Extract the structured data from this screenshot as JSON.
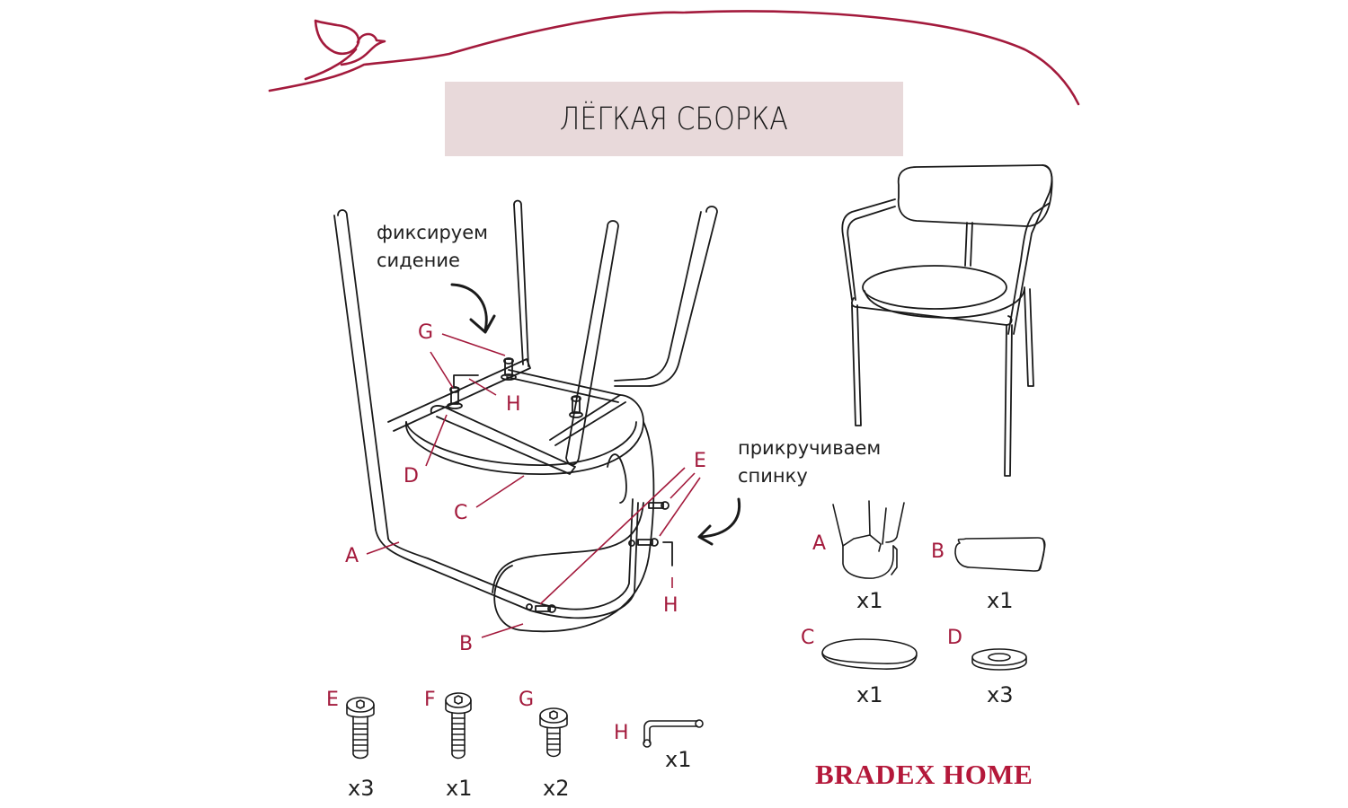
{
  "header": {
    "title": "ЛЁГКАЯ СБОРКА",
    "accent_color": "#a31a3c",
    "title_bg_color": "#e8d9da"
  },
  "main_diagram": {
    "notes": {
      "fix_seat": [
        "фиксируем",
        "сидение"
      ],
      "screw_back": [
        "прикручиваем",
        "спинку"
      ]
    },
    "callouts": [
      {
        "letter": "G"
      },
      {
        "letter": "G"
      },
      {
        "letter": "H"
      },
      {
        "letter": "D"
      },
      {
        "letter": "C"
      },
      {
        "letter": "A"
      },
      {
        "letter": "B"
      },
      {
        "letter": "E"
      },
      {
        "letter": "H"
      }
    ]
  },
  "parts": [
    {
      "letter": "A",
      "name": "frame",
      "qty": "x1"
    },
    {
      "letter": "B",
      "name": "backrest",
      "qty": "x1"
    },
    {
      "letter": "C",
      "name": "seat",
      "qty": "x1"
    },
    {
      "letter": "D",
      "name": "washer",
      "qty": "x3"
    }
  ],
  "hardware": [
    {
      "letter": "E",
      "name": "bolt-short",
      "qty": "x3"
    },
    {
      "letter": "F",
      "name": "bolt-long",
      "qty": "x1"
    },
    {
      "letter": "G",
      "name": "bolt-small",
      "qty": "x2"
    },
    {
      "letter": "H",
      "name": "hex-key",
      "qty": "x1"
    }
  ],
  "brand": {
    "name": "BRADEX HOME",
    "color": "#b4183a"
  }
}
